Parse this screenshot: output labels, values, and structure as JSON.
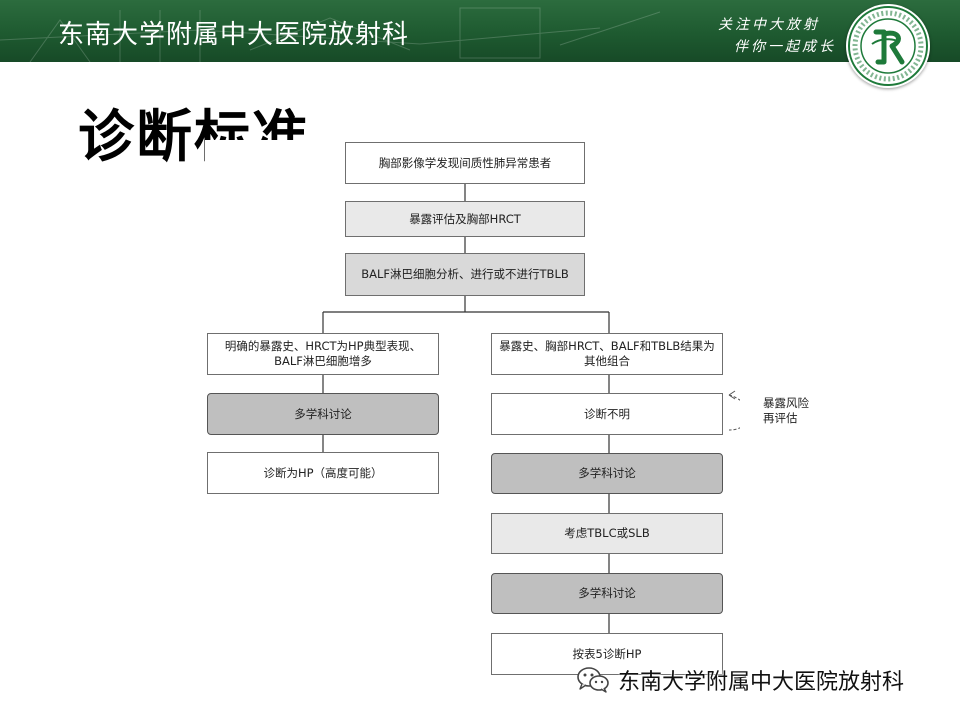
{
  "header": {
    "title": "东南大学附属中大医院放射科",
    "slogan_line1": "关注中大放射",
    "slogan_line2": "伴你一起成长"
  },
  "logo": {
    "icon": "hospital-radiology-seal-icon",
    "ring_text": "东南大学附属中大医院放射科 · RADIOLOGY",
    "accent": "#1e7a3a"
  },
  "page_title": "诊断标准",
  "flowchart": {
    "start": "胸部影像学发现间质性肺异常患者",
    "step2": "暴露评估及胸部HRCT",
    "step3": "BALF淋巴细胞分析、进行或不进行TBLB",
    "left": {
      "criteria_line1": "明确的暴露史、HRCT为HP典型表现、",
      "criteria_line2": "BALF淋巴细胞增多",
      "mdd": "多学科讨论",
      "result": "诊断为HP（高度可能）"
    },
    "right": {
      "criteria_line1": "暴露史、胸部HRCT、BALF和TBLB结果为",
      "criteria_line2": "其他组合",
      "uncertain": "诊断不明",
      "loop_note_line1": "暴露风险",
      "loop_note_line2": "再评估",
      "mdd1": "多学科讨论",
      "consider": "考虑TBLC或SLB",
      "mdd2": "多学科讨论",
      "final": "按表5诊断HP"
    }
  },
  "watermark": {
    "icon": "wechat-icon",
    "text": "东南大学附属中大医院放射科"
  },
  "colors": {
    "header_green": "#1e5a30",
    "box_dark": "#bfbfbf",
    "box_light": "#e9e9e9"
  }
}
